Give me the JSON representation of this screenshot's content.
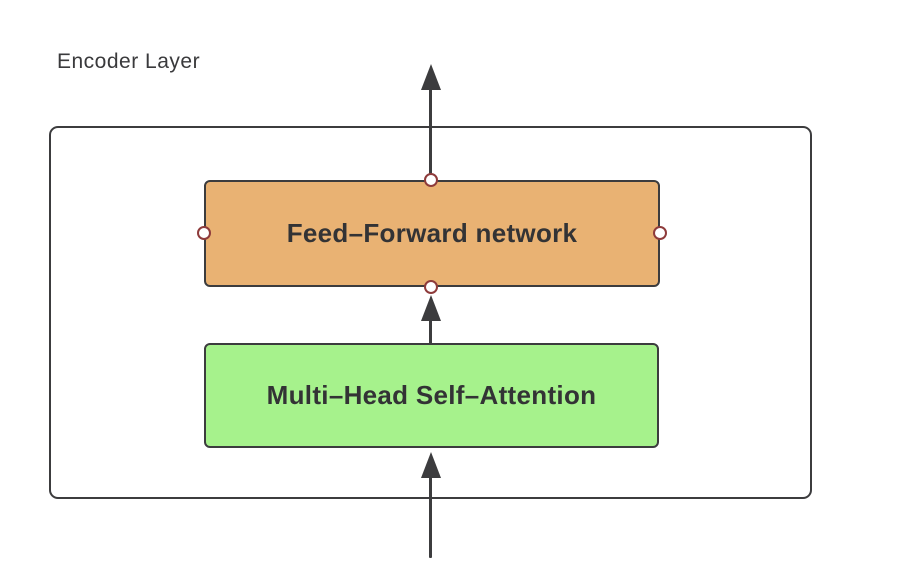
{
  "diagram": {
    "title": "Encoder Layer",
    "nodes": {
      "ffn": {
        "label": "Feed–Forward network",
        "fill": "#e9b273"
      },
      "mhsa": {
        "label": "Multi–Head Self–Attention",
        "fill": "#a6f28c"
      }
    },
    "colors": {
      "line": "#3c3c3e",
      "node_border": "#3c3c3e",
      "label_text": "#333335",
      "title_text": "#3a3a3c",
      "connection_handle_ring": "#8e3b3b",
      "connection_handle_fill": "#ffffff",
      "background": "#ffffff"
    }
  }
}
